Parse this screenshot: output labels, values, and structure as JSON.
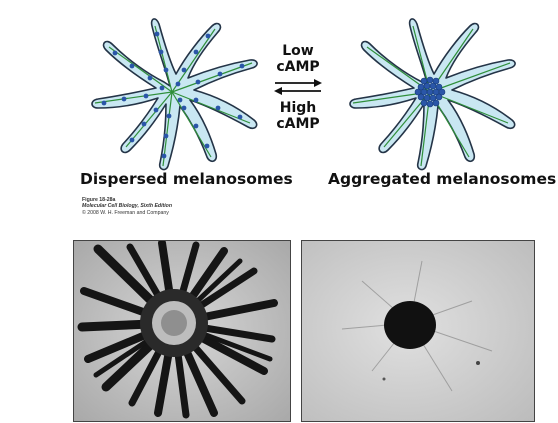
{
  "labels": {
    "left_caption": "Dispersed melanosomes",
    "right_caption": "Aggregated melanosomes",
    "low_line1": "Low",
    "low_line2": "cAMP",
    "high_line1": "High",
    "high_line2": "cAMP"
  },
  "credit": {
    "figure": "Figure 18-28a",
    "book": "Molecular Cell Biology, Sixth Edition",
    "copyright": "© 2008 W. H. Freeman and Company"
  },
  "colors": {
    "cell_fill": "#c9e7f2",
    "cell_outline": "#243447",
    "microtubule": "#2f8f3a",
    "melanosome": "#2a56a8"
  }
}
